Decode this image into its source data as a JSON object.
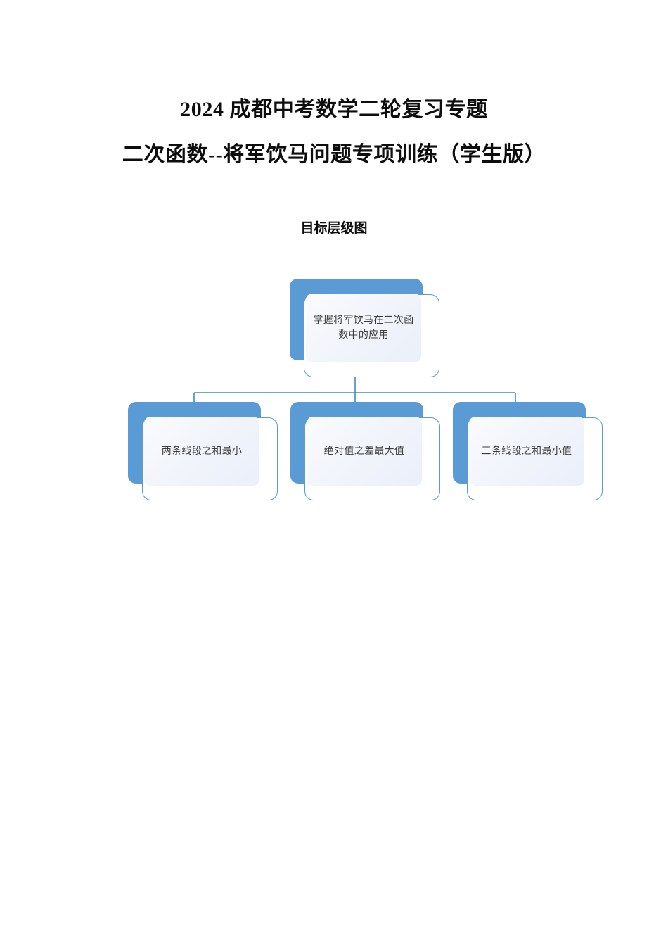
{
  "document": {
    "title_line_1": "2024 成都中考数学二轮复习专题",
    "title_line_2": "二次函数--将军饮马问题专项训练（学生版）",
    "section_caption": "目标层级图"
  },
  "diagram": {
    "type": "hierarchy",
    "root": {
      "label": "掌握将军饮马在二次函\n数中的应用",
      "label_text": "掌握将军饮马在二次函数中的应用"
    },
    "children": [
      {
        "label": "两条线段之和最小"
      },
      {
        "label": "绝对值之差最大值"
      },
      {
        "label": "三条线段之和最小值"
      }
    ]
  },
  "colors": {
    "accent_blue": "#5B9BD5",
    "connector_line": "#4A87C0",
    "panel_light": "#F2F5FB",
    "panel_white": "#FFFFFF",
    "text_dark": "#0D0D0D",
    "label_text": "#3B3B3B"
  }
}
